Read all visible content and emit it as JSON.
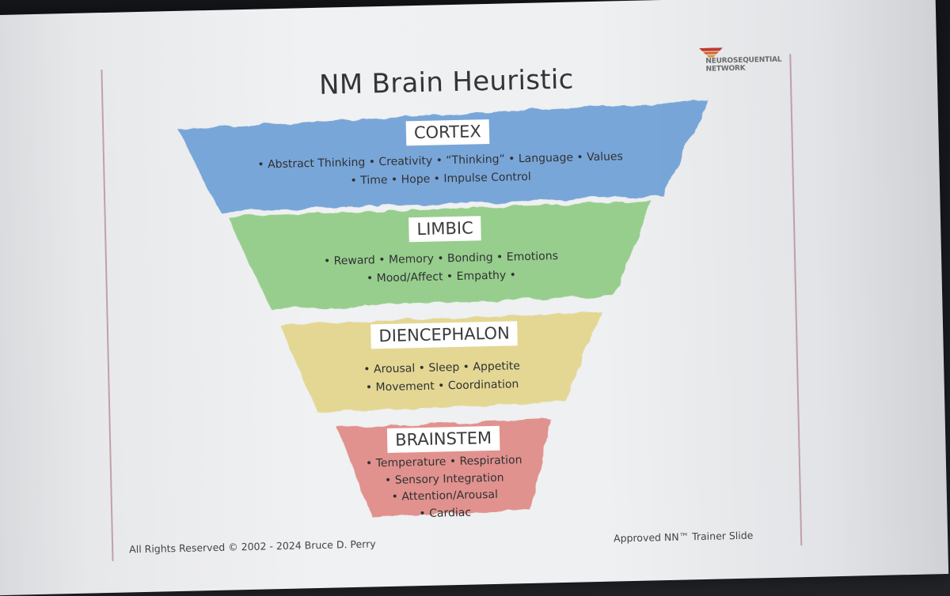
{
  "slide": {
    "title": "NM Brain Heuristic",
    "logo": {
      "line1": "NEUROSEQUENTIAL",
      "line2": "NETWORK",
      "accent_color": "#c0392b"
    },
    "levels": [
      {
        "name": "CORTEX",
        "color": "#6f9fd6",
        "lines": [
          "• Abstract Thinking •  Creativity • “Thinking” • Language • Values",
          "• Time • Hope  • Impulse Control"
        ]
      },
      {
        "name": "LIMBIC",
        "color": "#8fcb84",
        "lines": [
          "• Reward • Memory • Bonding • Emotions",
          "• Mood/Affect • Empathy •"
        ]
      },
      {
        "name": "DIENCEPHALON",
        "color": "#e3d58c",
        "lines": [
          "• Arousal • Sleep • Appetite",
          "• Movement • Coordination"
        ]
      },
      {
        "name": "BRAINSTEM",
        "color": "#e08a86",
        "lines": [
          "• Temperature • Respiration",
          "• Sensory Integration",
          "• Attention/Arousal",
          "• Cardiac"
        ]
      }
    ],
    "footer_left": "All Rights Reserved © 2002 - 2024 Bruce D. Perry",
    "footer_right": "Approved NN™ Trainer Slide"
  }
}
